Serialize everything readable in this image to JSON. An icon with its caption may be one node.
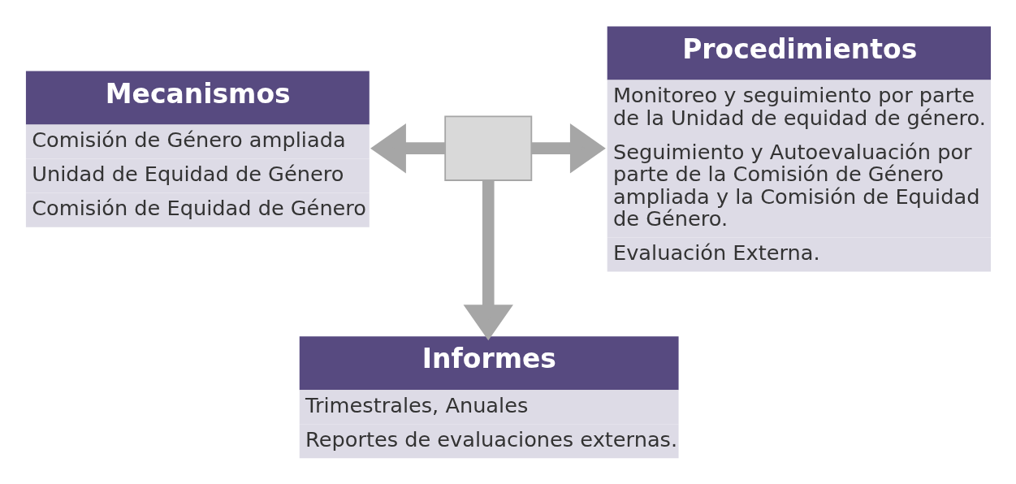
{
  "diagram": {
    "nodes": [
      {
        "text": [
          "Mecanismos",
          "Comisión de Género ampliada",
          "Unidad de Equidad de Género",
          "Comisión de Equidad de Género"
        ]
      },
      {
        "text": [
          "Procedimientos",
          "Monitoreo y seguimiento por parte de la Unidad de equidad de género.",
          "Seguimiento y Autoevaluación por parte de la Comisión de Género ampliada y la Comisión de Equidad de Género.",
          "Evaluación Externa."
        ]
      },
      {
        "text": [
          "Informes",
          "Trimestrales, Anuales",
          "Reportes de evaluaciones externas."
        ]
      },
      {
        "text": [],
        "shape": "box"
      }
    ],
    "edges": [
      {
        "from": 3,
        "to": 0,
        "arrow": "to"
      },
      {
        "from": 3,
        "to": 1,
        "arrow": "to"
      },
      {
        "from": 3,
        "to": 2,
        "arrow": "to"
      }
    ]
  }
}
